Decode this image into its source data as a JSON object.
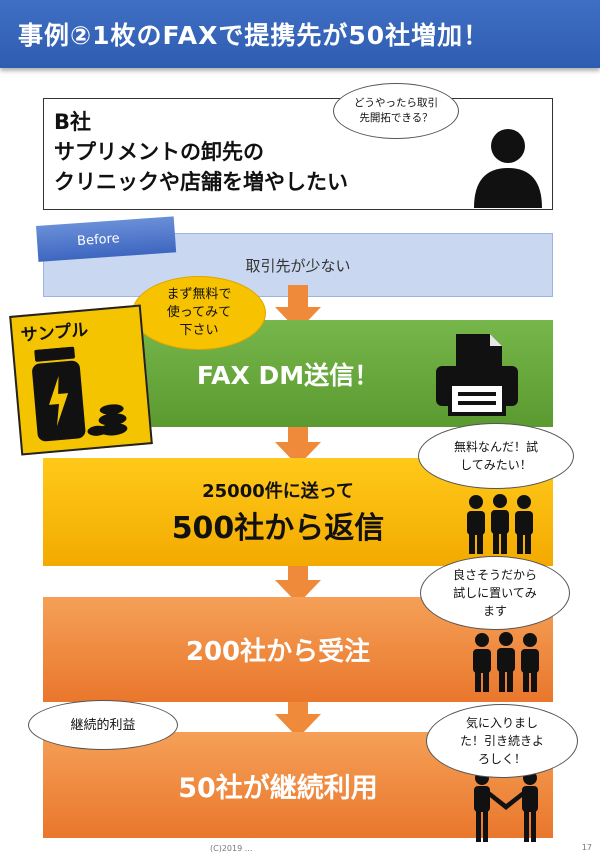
{
  "title": "事例②1枚のFAXで提携先が50社増加！",
  "case": {
    "line1": "B社",
    "line2": "サプリメントの卸先の",
    "line3": "クリニックや店舗を増やしたい"
  },
  "bubbles": {
    "question": [
      "どうやったら取引",
      "先開拓できる？"
    ],
    "free": [
      "まず無料で",
      "使ってみて",
      "下さい"
    ],
    "try": [
      "無料なんだ！試",
      "してみたい！"
    ],
    "place": [
      "良さそうだから",
      "試しに置いてみ",
      "ます"
    ],
    "profit": "継続的利益",
    "like": [
      "気に入りまし",
      "た！引き続きよ",
      "ろしく！"
    ]
  },
  "before": {
    "tab": "Before",
    "text": "取引先が少ない"
  },
  "sample_label": "サンプル",
  "steps": {
    "fax": "FAX DM送信！",
    "reply_small": "25000件に送って",
    "reply_big": "500社から返信",
    "order": "200社から受注",
    "continue": "50社が継続利用"
  },
  "footer": "(C)2019 ...",
  "page_number": "17",
  "colors": {
    "title_bg": "#3a68be",
    "green": "#6aab3e",
    "yellow": "#f8bb0a",
    "orange": "#ef8a3f",
    "arrow": "#ee8a3a"
  }
}
